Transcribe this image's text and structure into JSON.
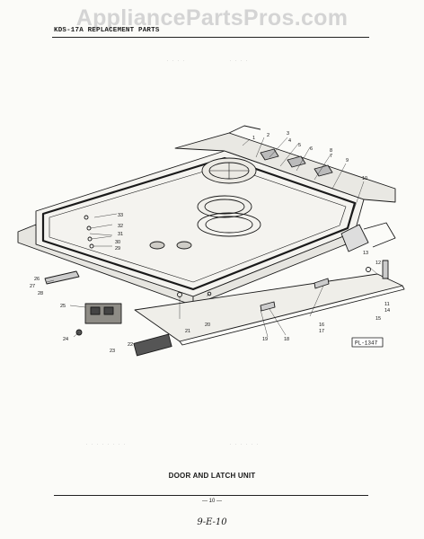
{
  "watermark": "AppliancePartsPros.com",
  "header": {
    "title": "KDS-17A REPLACEMENT PARTS"
  },
  "diagram": {
    "callouts": [
      "1",
      "2",
      "3",
      "4",
      "5",
      "6",
      "7",
      "8",
      "9",
      "10",
      "11",
      "12",
      "13",
      "14",
      "15",
      "16",
      "17",
      "18",
      "19",
      "20",
      "21",
      "22",
      "23",
      "24",
      "25",
      "26",
      "27",
      "28",
      "29",
      "30",
      "31",
      "32",
      "33"
    ],
    "reference": "PL-1347"
  },
  "caption": "DOOR AND LATCH UNIT",
  "page_number": "— 10 —",
  "handwritten_note": "9-E-10"
}
